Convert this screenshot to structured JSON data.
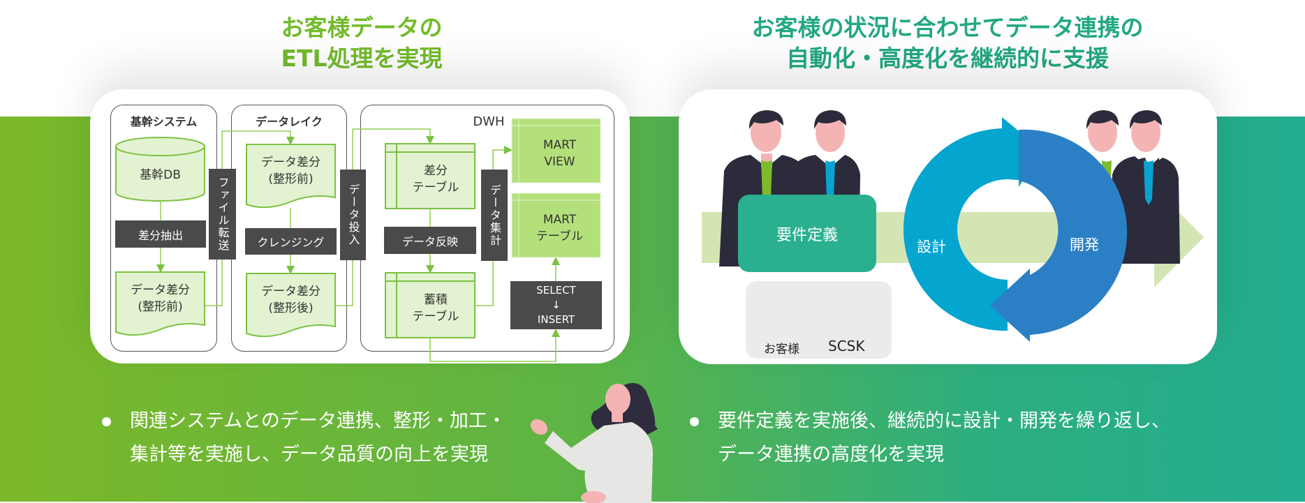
{
  "left": {
    "title": [
      "お客様データの",
      "ETL処理を実現"
    ],
    "columns": {
      "core": {
        "header": "基幹システム",
        "db": "基幹DB",
        "step": "差分抽出",
        "doc": [
          "データ差分",
          "(整形前)"
        ]
      },
      "transfer": "ファイル転送",
      "lake": {
        "header": "データレイク",
        "doc1": [
          "データ差分",
          "(整形前)"
        ],
        "step": "クレンジング",
        "doc2": [
          "データ差分",
          "(整形後)"
        ]
      },
      "load": "データ投入",
      "dwh": {
        "header": "DWH",
        "diff_table": [
          "差分",
          "テーブル"
        ],
        "step": "データ反映",
        "store_table": [
          "蓄積",
          "テーブル"
        ],
        "aggregate": "データ集計",
        "mart_view": [
          "MART",
          "VIEW"
        ],
        "mart_table": [
          "MART",
          "テーブル"
        ],
        "select_insert": [
          "SELECT",
          "↓",
          "INSERT"
        ]
      }
    },
    "bullet": [
      "関連システムとのデータ連携、整形・加工・",
      "集計等を実施し、データ品質の向上を実現"
    ]
  },
  "right": {
    "title": [
      "お客様の状況に合わせてデータ連携の",
      "自動化・高度化を継続的に支援"
    ],
    "requirements": "要件定義",
    "legend": {
      "customer": "お客様",
      "scsk": "SCSK"
    },
    "cycle": {
      "design": "設計",
      "develop": "開発"
    },
    "bullet": [
      "要件定義を実施後、継続的に設計・開発を繰り返し、",
      "データ連携の高度化を実現"
    ]
  },
  "colors": {
    "lime": "#7bb829",
    "teal": "#22ad8f",
    "customer_tie": "#7dbb2a",
    "scsk_tie": "#0aa3d1",
    "cycle_left": "#04a5cf",
    "cycle_right": "#2b80c5"
  }
}
